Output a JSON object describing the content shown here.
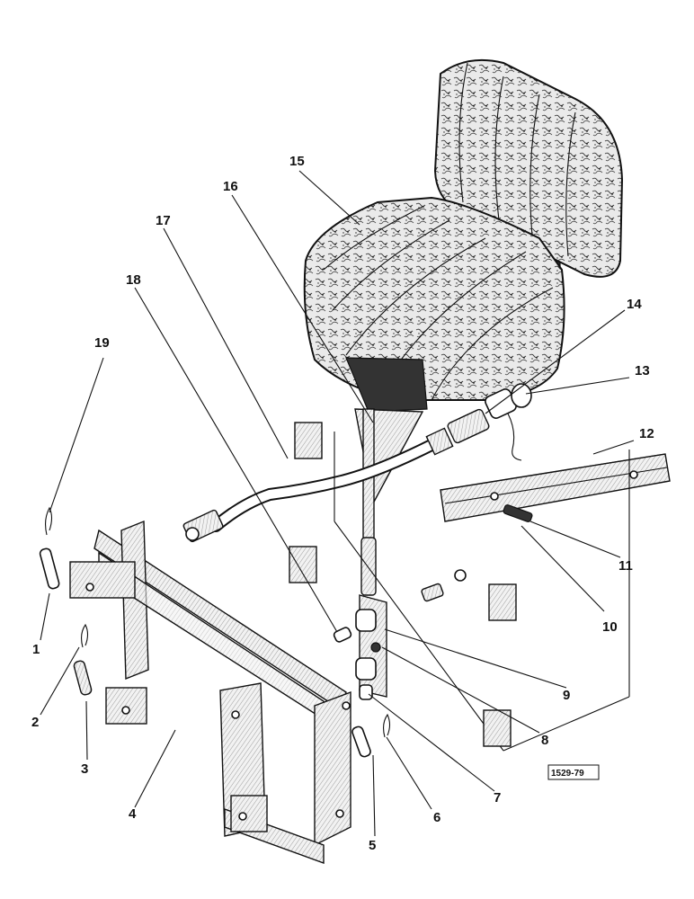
{
  "drawing_code": "1529-79",
  "callouts": [
    {
      "id": "c1",
      "label": "1"
    },
    {
      "id": "c2",
      "label": "2"
    },
    {
      "id": "c3",
      "label": "3"
    },
    {
      "id": "c4",
      "label": "4"
    },
    {
      "id": "c5",
      "label": "5"
    },
    {
      "id": "c6",
      "label": "6"
    },
    {
      "id": "c7",
      "label": "7"
    },
    {
      "id": "c8",
      "label": "8"
    },
    {
      "id": "c9",
      "label": "9"
    },
    {
      "id": "c10",
      "label": "10"
    },
    {
      "id": "c11",
      "label": "11"
    },
    {
      "id": "c12",
      "label": "12"
    },
    {
      "id": "c13",
      "label": "13"
    },
    {
      "id": "c14",
      "label": "14"
    },
    {
      "id": "c15",
      "label": "15"
    },
    {
      "id": "c16",
      "label": "16"
    },
    {
      "id": "c17",
      "label": "17"
    },
    {
      "id": "c18",
      "label": "18"
    },
    {
      "id": "c19",
      "label": "19"
    }
  ]
}
